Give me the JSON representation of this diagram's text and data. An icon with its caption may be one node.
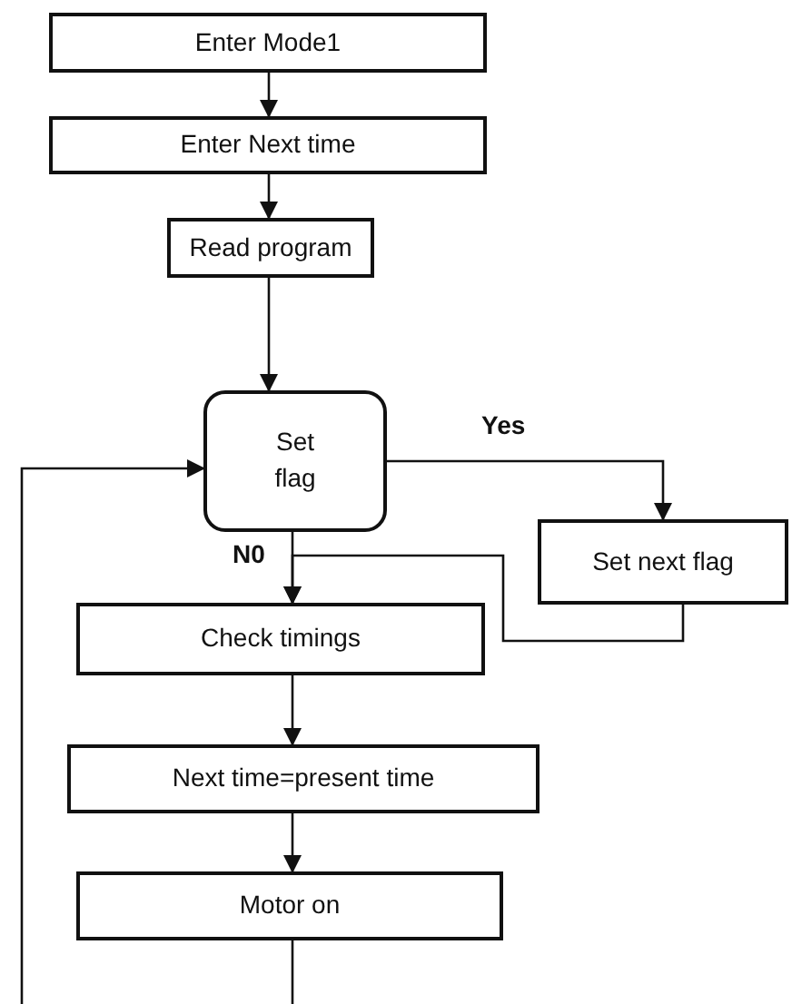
{
  "diagram": {
    "nodes": [
      {
        "text": [
          "Enter Mode1"
        ]
      },
      {
        "text": [
          "Enter Next time"
        ]
      },
      {
        "text": [
          "Read program"
        ]
      },
      {
        "text": [
          "Set flag"
        ]
      },
      {
        "text": [
          "Set next flag"
        ]
      },
      {
        "text": [
          "Check timings"
        ]
      },
      {
        "text": [
          "Next time=present time"
        ]
      },
      {
        "text": [
          "Motor on"
        ]
      }
    ],
    "edges": [
      {
        "from": 0,
        "to": 1,
        "arrow": "to"
      },
      {
        "from": 1,
        "to": 2,
        "arrow": "to"
      },
      {
        "from": 2,
        "to": 3,
        "arrow": "to"
      },
      {
        "from": 3,
        "to": 4,
        "arrow": "to",
        "label": "Yes"
      },
      {
        "from": 3,
        "to": 5,
        "arrow": "to",
        "label": "N0"
      },
      {
        "from": 4,
        "to": 5,
        "arrow": "to"
      },
      {
        "from": 5,
        "to": 6,
        "arrow": "to"
      },
      {
        "from": 6,
        "to": 7,
        "arrow": "to"
      },
      {
        "from": 7,
        "to": null,
        "arrow": "none"
      },
      {
        "from": null,
        "to": 3,
        "arrow": "to"
      }
    ]
  }
}
